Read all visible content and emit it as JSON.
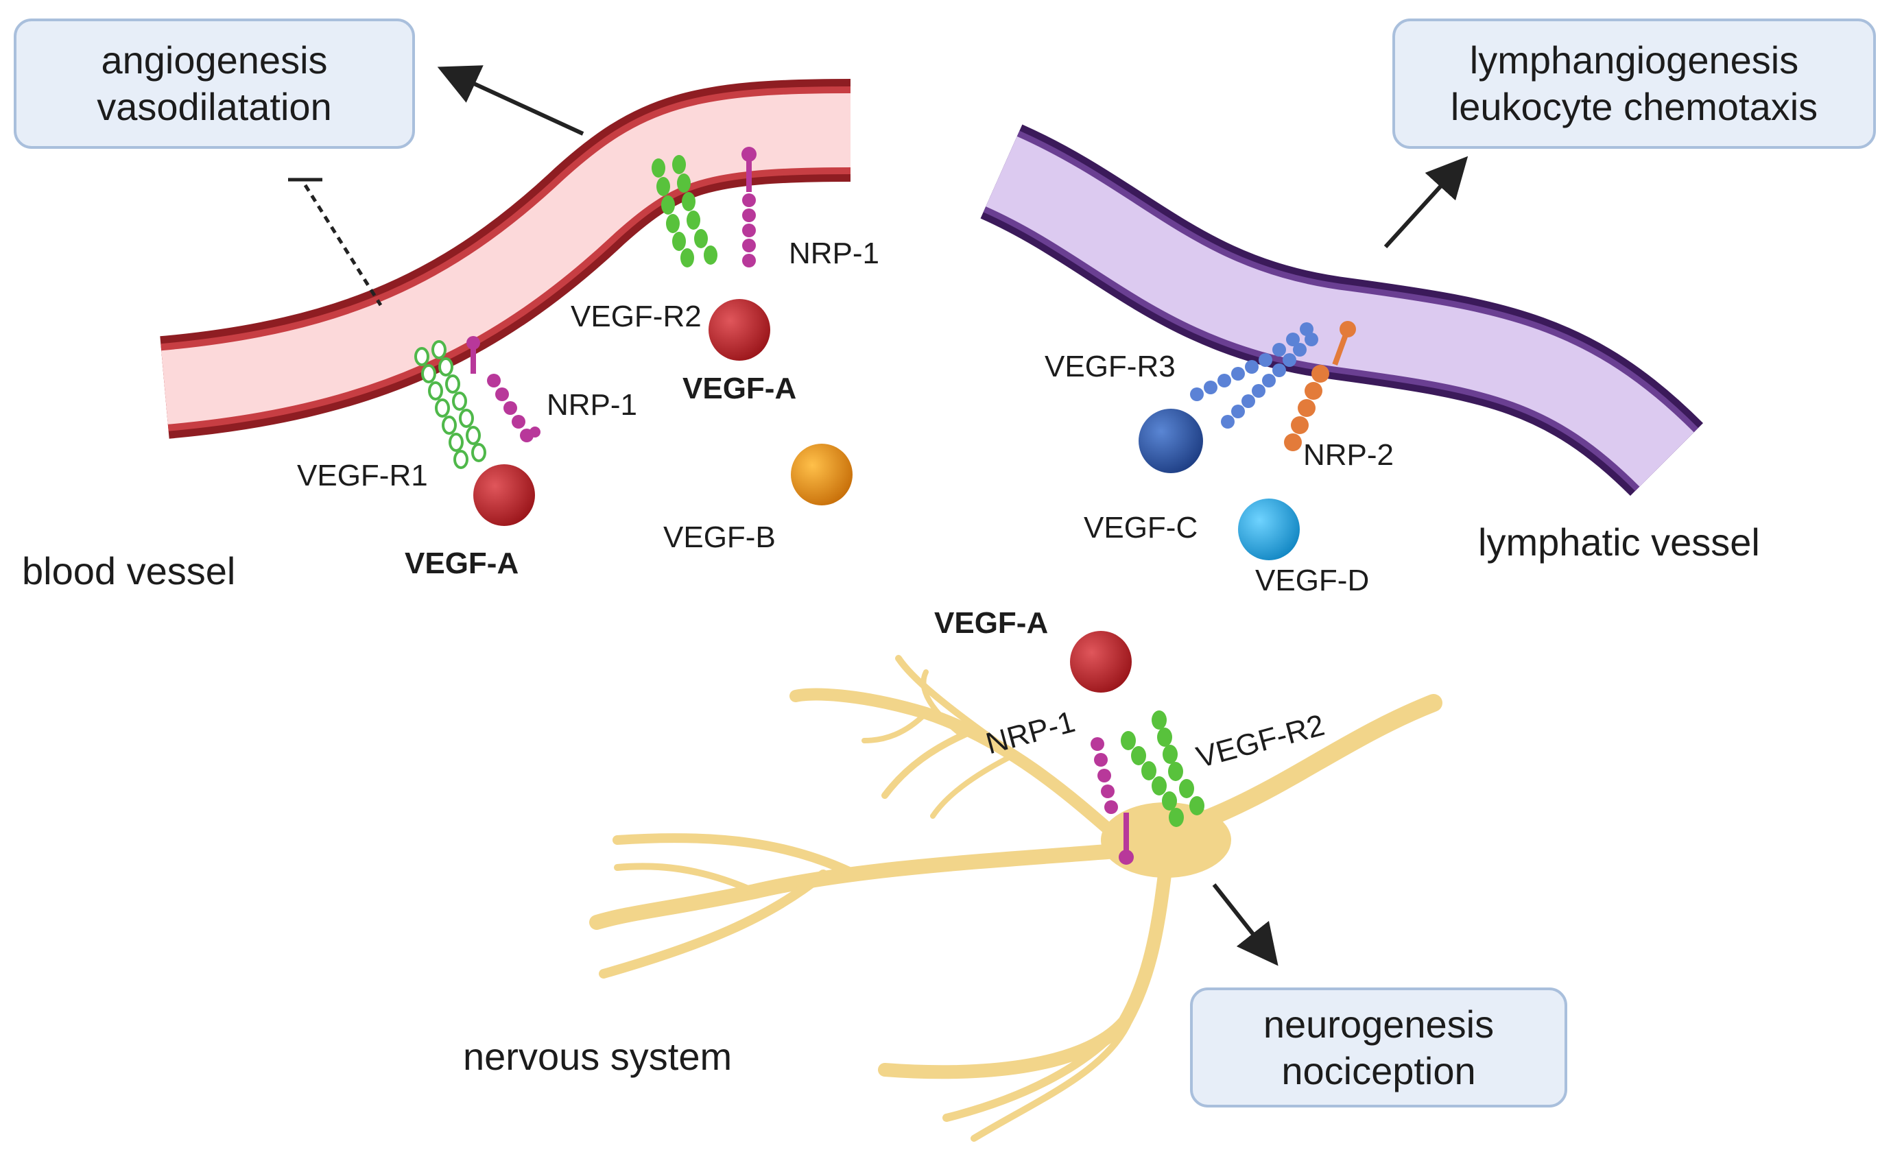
{
  "boxes": {
    "blood_outcome": [
      "angiogenesis",
      "vasodilatation"
    ],
    "lymph_outcome": [
      "lymphangiogenesis",
      "leukocyte chemotaxis"
    ],
    "nerve_outcome": [
      "neurogenesis",
      "nociception"
    ]
  },
  "regions": {
    "blood": "blood vessel",
    "lymph": "lymphatic vessel",
    "nerve": "nervous system"
  },
  "receptors": {
    "vegfr1": "VEGF-R1",
    "vegfr2_blood": "VEGF-R2",
    "nrp1_blood_a": "NRP-1",
    "nrp1_blood_b": "NRP-1",
    "vegfr3": "VEGF-R3",
    "nrp2": "NRP-2",
    "nrp1_nerve": "NRP-1",
    "vegfr2_nerve": "VEGF-R2"
  },
  "ligands": {
    "vegfa_blood_1": "VEGF-A",
    "vegfa_blood_2": "VEGF-A",
    "vegfb": "VEGF-B",
    "vegfc": "VEGF-C",
    "vegfd": "VEGF-D",
    "vegfa_nerve": "VEGF-A"
  },
  "colors": {
    "blood_wall": "#8e1d22",
    "blood_lumen": "#fcd9da",
    "lymph_wall": "#3b1a5a",
    "lymph_lumen": "#dccaf0",
    "neuron": "#f2d58a",
    "vegfa": "#b51f25",
    "vegfb": "#e08a12",
    "vegfc": "#2f5aa8",
    "vegfd": "#1ea5de",
    "nrp1": "#b8389a",
    "nrp2": "#e37b3a",
    "vegfr_green": "#58c23c",
    "vegfr3_blue": "#5b82d6",
    "box_fill": "#e7eef8",
    "box_border": "#a9bfdc"
  }
}
